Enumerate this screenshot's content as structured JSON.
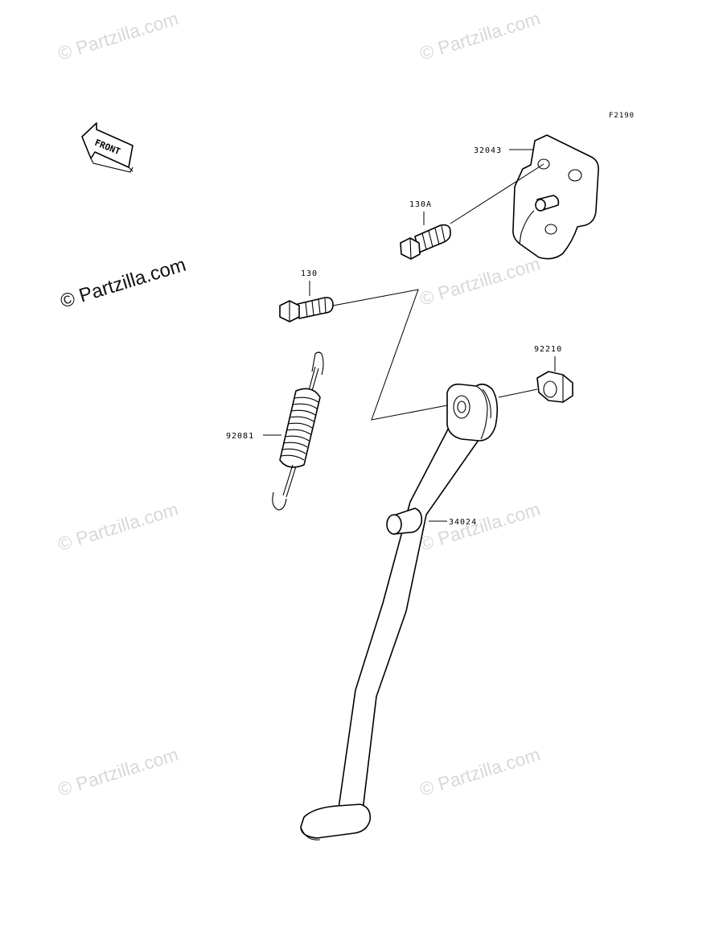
{
  "figure": {
    "code": "F2190"
  },
  "orientation": {
    "front_label": "FRONT",
    "icon": "front-arrow-icon"
  },
  "watermarks": {
    "text": "© Partzilla.com",
    "main_text": "© Partzilla.com"
  },
  "parts": [
    {
      "id": "32043",
      "label": "32043",
      "description_icon": "bracket-icon"
    },
    {
      "id": "130A",
      "label": "130A",
      "description_icon": "bolt-icon"
    },
    {
      "id": "130",
      "label": "130",
      "description_icon": "bolt-icon"
    },
    {
      "id": "92210",
      "label": "92210",
      "description_icon": "nut-icon"
    },
    {
      "id": "92081",
      "label": "92081",
      "description_icon": "spring-icon"
    },
    {
      "id": "34024",
      "label": "34024",
      "description_icon": "side-stand-icon"
    }
  ]
}
